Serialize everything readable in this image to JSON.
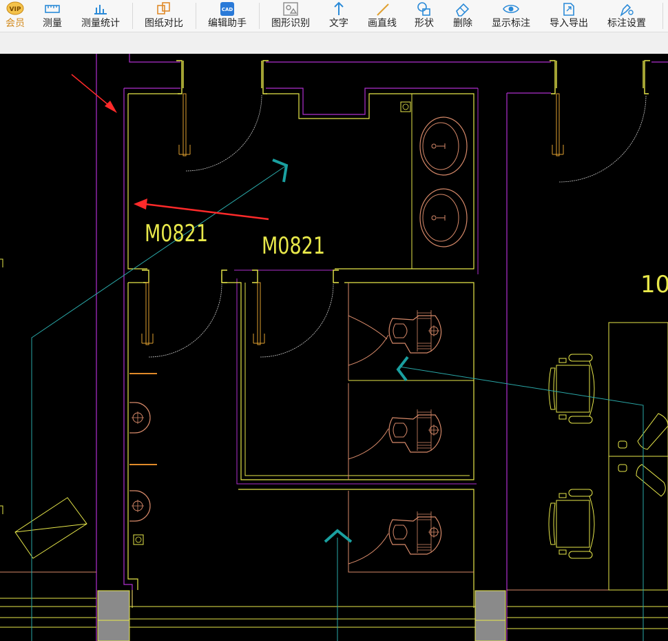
{
  "toolbar": {
    "items": [
      {
        "label": "会员",
        "icon": "vip-icon"
      },
      {
        "label": "测量",
        "icon": "ruler-icon"
      },
      {
        "label": "测量统计",
        "icon": "measure-stats-icon"
      },
      {
        "label": "图纸对比",
        "icon": "compare-icon"
      },
      {
        "label": "编辑助手",
        "icon": "cad-edit-icon"
      },
      {
        "label": "图形识别",
        "icon": "shape-recognize-icon"
      },
      {
        "label": "文字",
        "icon": "text-icon"
      },
      {
        "label": "画直线",
        "icon": "line-icon"
      },
      {
        "label": "形状",
        "icon": "shape-icon"
      },
      {
        "label": "删除",
        "icon": "eraser-icon"
      },
      {
        "label": "显示标注",
        "icon": "eye-icon"
      },
      {
        "label": "导入导出",
        "icon": "import-export-icon"
      },
      {
        "label": "标注设置",
        "icon": "annotation-settings-icon"
      }
    ]
  },
  "drawing": {
    "door_label_1": "M0821",
    "door_label_2": "M0821",
    "room_number_partial": "10"
  },
  "colors": {
    "wall": "#e8e84a",
    "wall_magenta": "#b030d0",
    "fixture": "#d88a6a",
    "door_swing": "#c8c8c8",
    "annotation_arrow": "#ff2a2a",
    "cyan_line": "#2aa8a8",
    "teal_marker": "#1aa0a0",
    "column": "#8a8a8a",
    "toolbar_bg": "#f7f7f7",
    "vip": "#d38a1c"
  }
}
